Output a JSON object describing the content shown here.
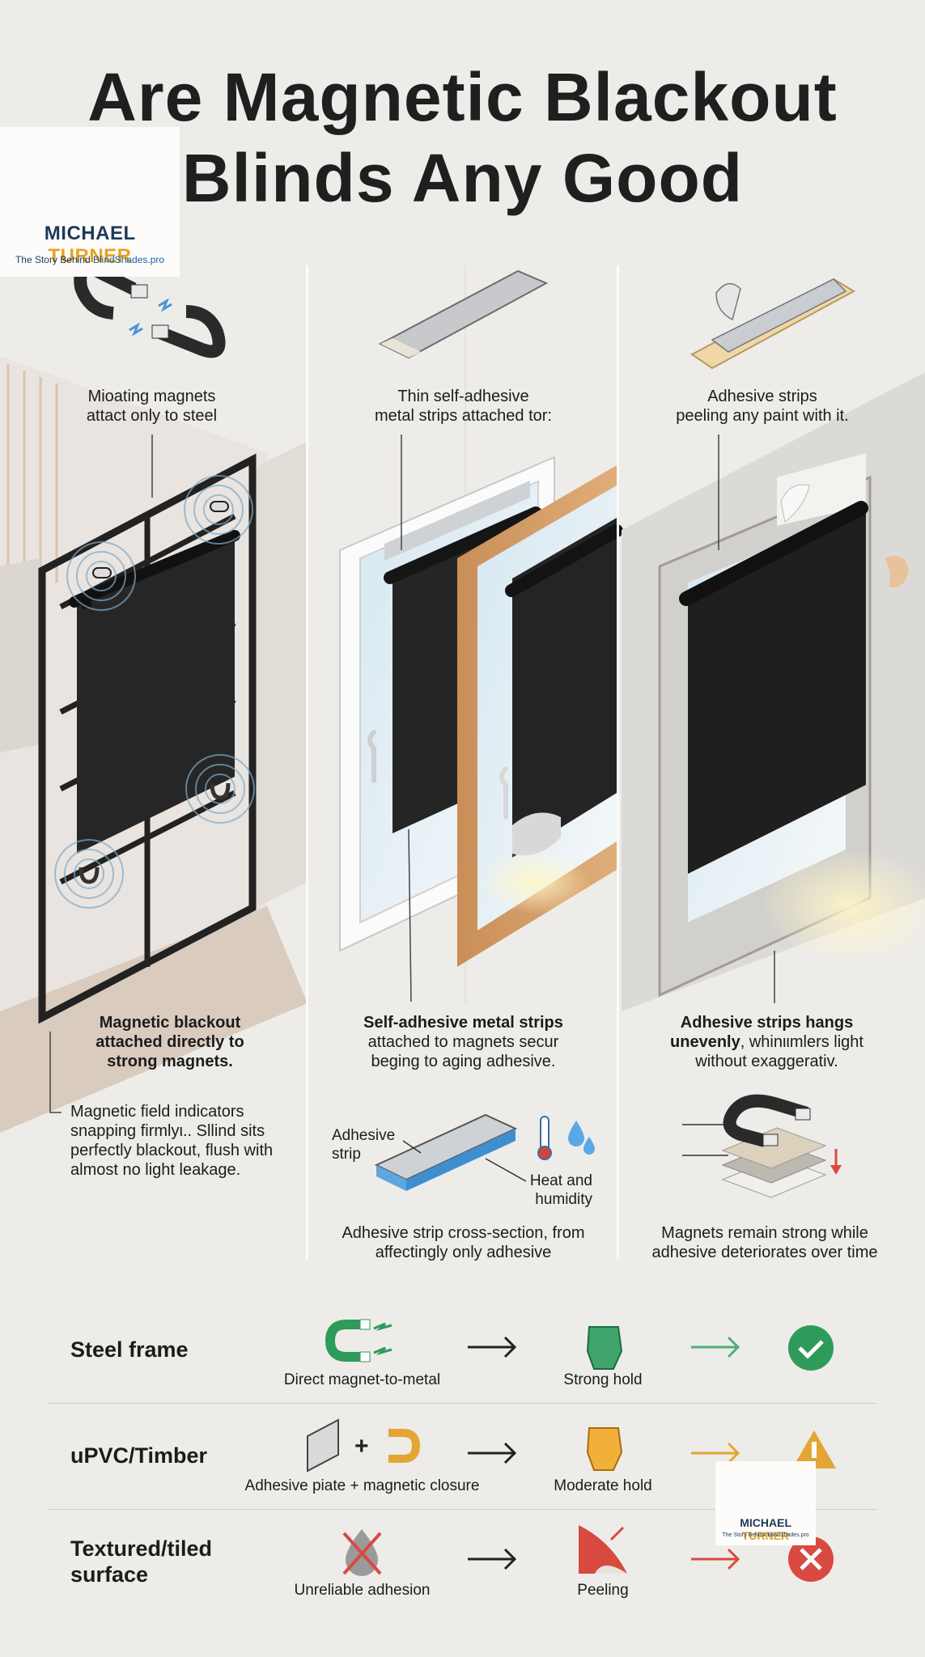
{
  "title": {
    "line1": "Are Magnetic Blackout",
    "line2": "Blinds Any Good"
  },
  "logo": {
    "brand_first": "MICHAEL",
    "brand_second": "TURNER",
    "tagline_prefix": "The Story Behind",
    "tagline_site": "BlindShades.pro"
  },
  "logo_small": {
    "brand_first": "MICHAEL",
    "brand_second": "TURNER",
    "tagline": "The Story Behind BlindShades.pro"
  },
  "columns": [
    {
      "top_caption": [
        "Mioating magnets",
        "attact only to steel"
      ],
      "bottom_caption": [
        "Magnetic blackout",
        "attached directly to",
        "strong magnets."
      ],
      "note": [
        "Magnetic field indicators",
        "snapping firmlyι.. Sllind sits",
        "perfectly blackout, flush with",
        "almost no light leakage."
      ]
    },
    {
      "top_caption": [
        "Thin self-adhesive",
        "metal strips attached tor:"
      ],
      "bottom_caption_bold": "Self-adhesive metal strips",
      "bottom_caption": [
        "attached to magnets secur",
        "beging to aging adhesive."
      ],
      "detail_labels": {
        "strip": [
          "Adhesive",
          "strip"
        ],
        "heat": [
          "Heat and",
          "humidity"
        ]
      },
      "detail_caption": [
        "Adhesive strip cross-section, from",
        "affectingly only adhesive"
      ]
    },
    {
      "top_caption": [
        "Adhesive strips",
        "peeling any paint with it."
      ],
      "bottom_caption_bold": "Adhesive strips hangs",
      "bottom_caption_mix": {
        "bold": "unevenly",
        "rest": ", whinιιmlers light"
      },
      "bottom_caption": [
        "without exaggerativ."
      ],
      "detail_caption": [
        "Magnets remain strong while",
        "adhesive deteriorates over time"
      ]
    }
  ],
  "comparison": [
    {
      "label": [
        "Steel frame"
      ],
      "method": "Direct magnet-to-metal",
      "result": "Strong hold",
      "status": "check-icon",
      "color": "#2e9b5a"
    },
    {
      "label": [
        "uPVC/Timber"
      ],
      "method": "Adhesive piate + magnetic closure",
      "result": "Moderate hold",
      "status": "warning-icon",
      "color": "#e3a533"
    },
    {
      "label": [
        "Textured/tiled",
        "surface"
      ],
      "method": "Unreliable adhesion",
      "result": "Peeling",
      "status": "cross-icon",
      "color": "#d84a3f"
    }
  ],
  "colors": {
    "green": "#2e9b5a",
    "amber": "#e3a533",
    "red": "#d84a3f",
    "navy": "#1d3a5a",
    "gold": "#e6a223",
    "blind": "#232323"
  }
}
